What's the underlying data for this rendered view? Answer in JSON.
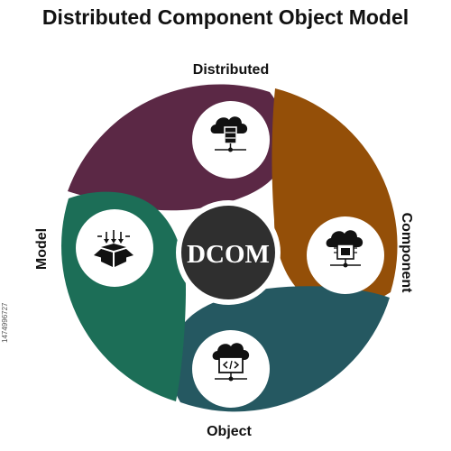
{
  "title": "Distributed Component Object Model",
  "center_label": "DCOM",
  "segments": [
    {
      "label": "Distributed",
      "color": "#5b2845",
      "icon": "cloud-database-icon"
    },
    {
      "label": "Component",
      "color": "#944f08",
      "icon": "cloud-chip-icon"
    },
    {
      "label": "Object",
      "color": "#255861",
      "icon": "cloud-code-icon"
    },
    {
      "label": "Model",
      "color": "#1c6e57",
      "icon": "box-arrows-icon"
    }
  ],
  "center_color": "#2f2f2f",
  "side_text": "1474996727"
}
